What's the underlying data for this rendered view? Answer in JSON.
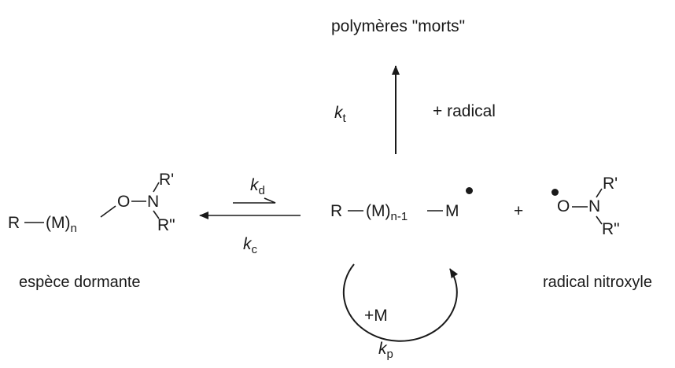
{
  "title": "polymères \"morts\"",
  "termination": {
    "rate_symbol": "k",
    "rate_sub": "t",
    "reagent": "+ radical"
  },
  "dormant": {
    "r": "R",
    "m": "(M)",
    "n": "n",
    "o": "O",
    "n_atom": "N",
    "r1": "R'",
    "r2": "R\"",
    "label": "espèce dormante"
  },
  "equilibrium": {
    "forward_symbol": "k",
    "forward_sub": "d",
    "reverse_symbol": "k",
    "reverse_sub": "c"
  },
  "propagating": {
    "r": "R",
    "m": "(M)",
    "n_sub": "n-1",
    "m_end": "M"
  },
  "plus": "+",
  "nitroxyl": {
    "o": "O",
    "n_atom": "N",
    "r1": "R'",
    "r2": "R\"",
    "label": "radical nitroxyle"
  },
  "propagation": {
    "monomer": "+M",
    "rate_symbol": "k",
    "rate_sub": "p"
  }
}
